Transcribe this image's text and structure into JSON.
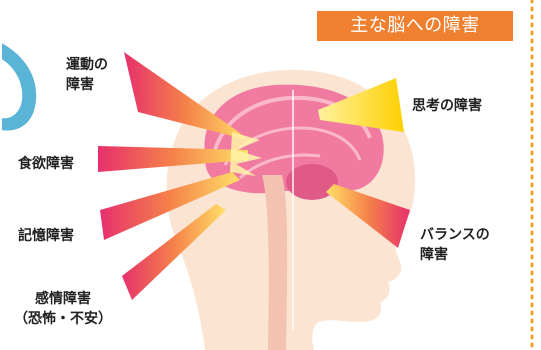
{
  "title": "主な脳への障害",
  "labels": {
    "motor": "運動の\n障害",
    "appetite": "食欲障害",
    "memory": "記憶障害",
    "emotion": "感情障害\n（恐怖・不安）",
    "thought": "思考の障害",
    "balance": "バランスの\n障害"
  },
  "colors": {
    "title_bg": "#ef8030",
    "skin": "#fbe4d2",
    "brain": "#f07aa0",
    "ray_magenta": "#e8386e",
    "ray_yellow": "#ffd400",
    "dotted_border": "#f0a030"
  }
}
